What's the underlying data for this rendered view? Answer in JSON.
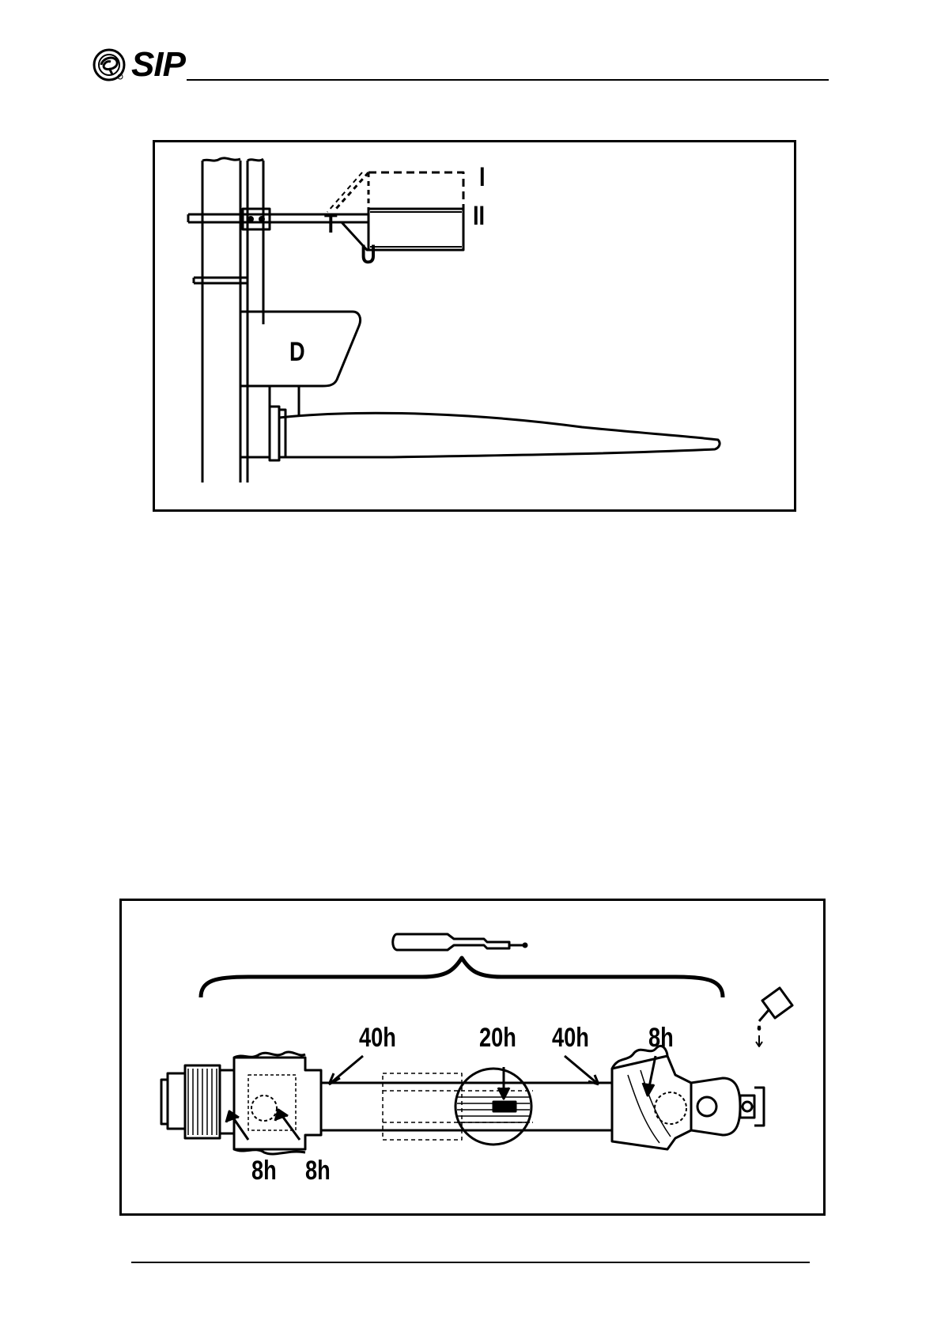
{
  "header": {
    "brand": "SIP",
    "logo_icon": "sip-circular-emblem"
  },
  "figure_top": {
    "labels": {
      "I": "I",
      "II": "II",
      "T": "T",
      "U": "U",
      "D": "D"
    }
  },
  "figure_bottom": {
    "tool_icon": "grease-gun-icon",
    "oiler_icon": "oil-can-icon",
    "intervals": {
      "left_top": "40h",
      "center": "20h",
      "right_top": "40h",
      "right_joint": "8h",
      "left_bottom_1": "8h",
      "left_bottom_2": "8h"
    }
  }
}
